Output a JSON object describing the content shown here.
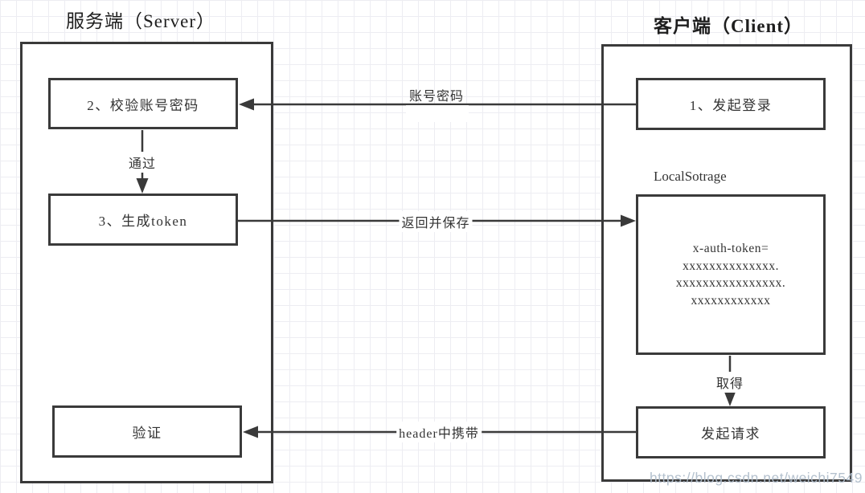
{
  "titles": {
    "server": "服务端（Server）",
    "client": "客户端（Client）"
  },
  "server": {
    "verify_box": "2、校验账号密码",
    "token_box": "3、生成token",
    "validate_box": "验证"
  },
  "client": {
    "login_box": "1、发起登录",
    "storage_label": "LocalSotrage",
    "token_lines": [
      "x-auth-token=",
      "xxxxxxxxxxxxxx.",
      "xxxxxxxxxxxxxxxx.",
      "xxxxxxxxxxxx"
    ],
    "request_box": "发起请求"
  },
  "arrow_labels": {
    "credentials": "账号密码",
    "pass": "通过",
    "return_and_save": "返回并保存",
    "obtain": "取得",
    "header_carry": "header中携带"
  },
  "watermark": "https://blog.csdn.net/weichi7549",
  "colors": {
    "stroke": "#3a3a3a",
    "grid_line": "#ededf2",
    "watermark": "#aebcca"
  }
}
